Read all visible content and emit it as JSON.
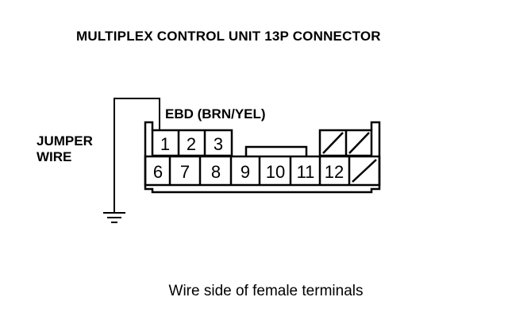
{
  "title": "MULTIPLEX CONTROL UNIT 13P CONNECTOR",
  "wire_label": "EBD (BRN/YEL)",
  "jumper_label": {
    "line1": "JUMPER",
    "line2": "WIRE"
  },
  "caption": "Wire side of female terminals",
  "pins": {
    "top": [
      "1",
      "2",
      "3"
    ],
    "bottom": [
      "6",
      "7",
      "8",
      "9",
      "10",
      "11",
      "12"
    ]
  }
}
